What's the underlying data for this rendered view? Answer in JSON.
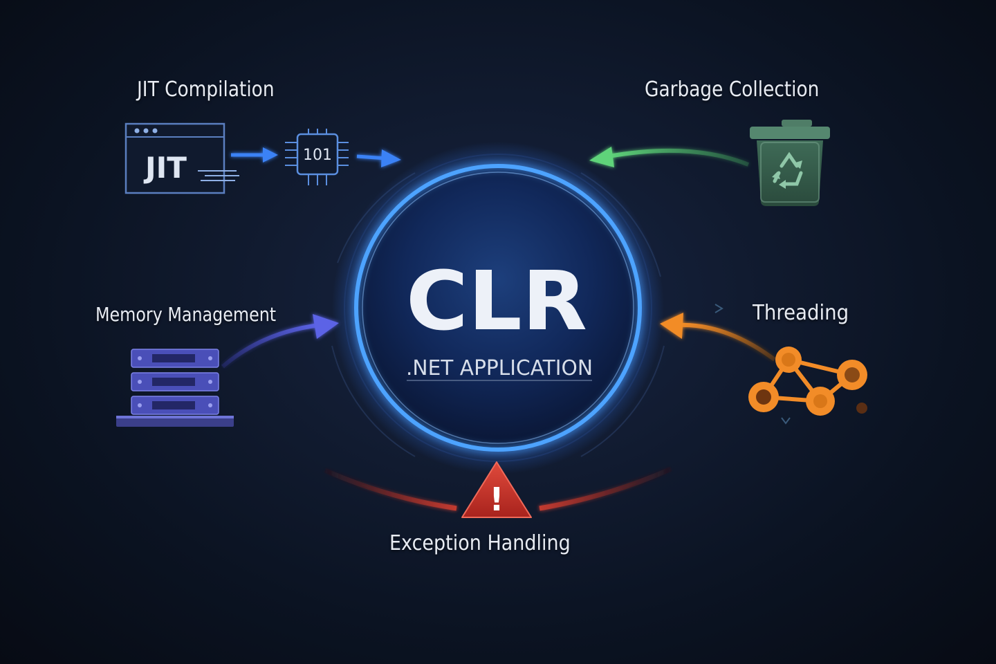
{
  "center": {
    "title": "CLR",
    "subtitle": ".NET APPLICATION"
  },
  "components": {
    "jit": {
      "label": "JIT Compilation",
      "window_text": "JIT",
      "chip_text": "101"
    },
    "gc": {
      "label": "Garbage Collection"
    },
    "memory": {
      "label": "Memory Management"
    },
    "threading": {
      "label": "Threading"
    },
    "exception": {
      "label": "Exception Handling",
      "icon_glyph": "!"
    }
  },
  "colors": {
    "background": "#0b1220",
    "ring": "#4da3ff",
    "jit": "#3b82f6",
    "gc": "#4ade80",
    "memory": "#5b5fd6",
    "threading": "#f28c28",
    "exception": "#d63a32"
  },
  "icons": {
    "jit_window": "code-window-icon",
    "jit_chip": "cpu-chip-icon",
    "gc": "recycle-bin-icon",
    "memory": "server-rack-icon",
    "threading": "thread-graph-icon",
    "exception": "warning-triangle-icon"
  }
}
